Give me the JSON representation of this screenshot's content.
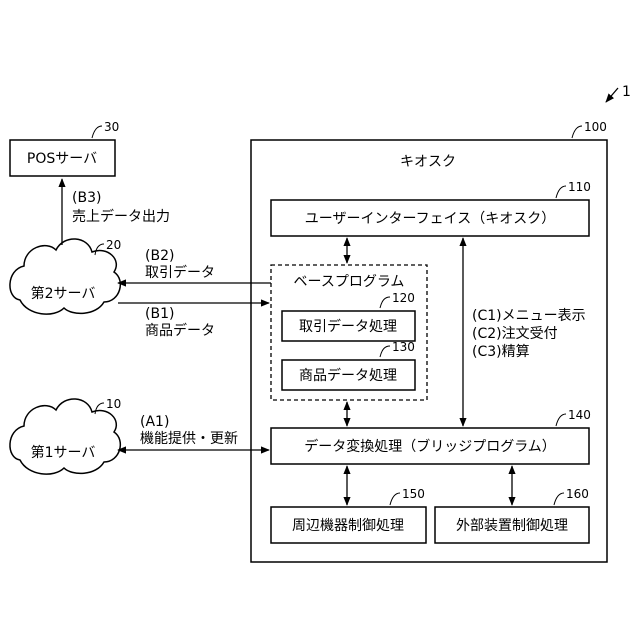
{
  "figure": {
    "label_1": "1",
    "kiosk": {
      "ref": "100",
      "title": "キオスク"
    },
    "ui": {
      "ref": "110",
      "label": "ユーザーインターフェイス（キオスク）"
    },
    "base_program": {
      "label": "ベースプログラム"
    },
    "trade_processing": {
      "ref": "120",
      "label": "取引データ処理"
    },
    "product_processing": {
      "ref": "130",
      "label": "商品データ処理"
    },
    "conversion": {
      "ref": "140",
      "label": "データ変換処理（ブリッジプログラム）"
    },
    "peripheral": {
      "ref": "150",
      "label": "周辺機器制御処理"
    },
    "external": {
      "ref": "160",
      "label": "外部装置制御処理"
    },
    "pos_server": {
      "ref": "30",
      "label": "POSサーバ"
    },
    "server2": {
      "ref": "20",
      "label": "第2サーバ"
    },
    "server1": {
      "ref": "10",
      "label": "第1サーバ"
    },
    "arrows": {
      "b3_code": "(B3)",
      "b3_text": "売上データ出力",
      "b2_code": "(B2)",
      "b2_text": "取引データ",
      "b1_code": "(B1)",
      "b1_text": "商品データ",
      "a1_code": "(A1)",
      "a1_text": "機能提供・更新",
      "c1": "(C1)メニュー表示",
      "c2": "(C2)注文受付",
      "c3": "(C3)精算"
    }
  }
}
